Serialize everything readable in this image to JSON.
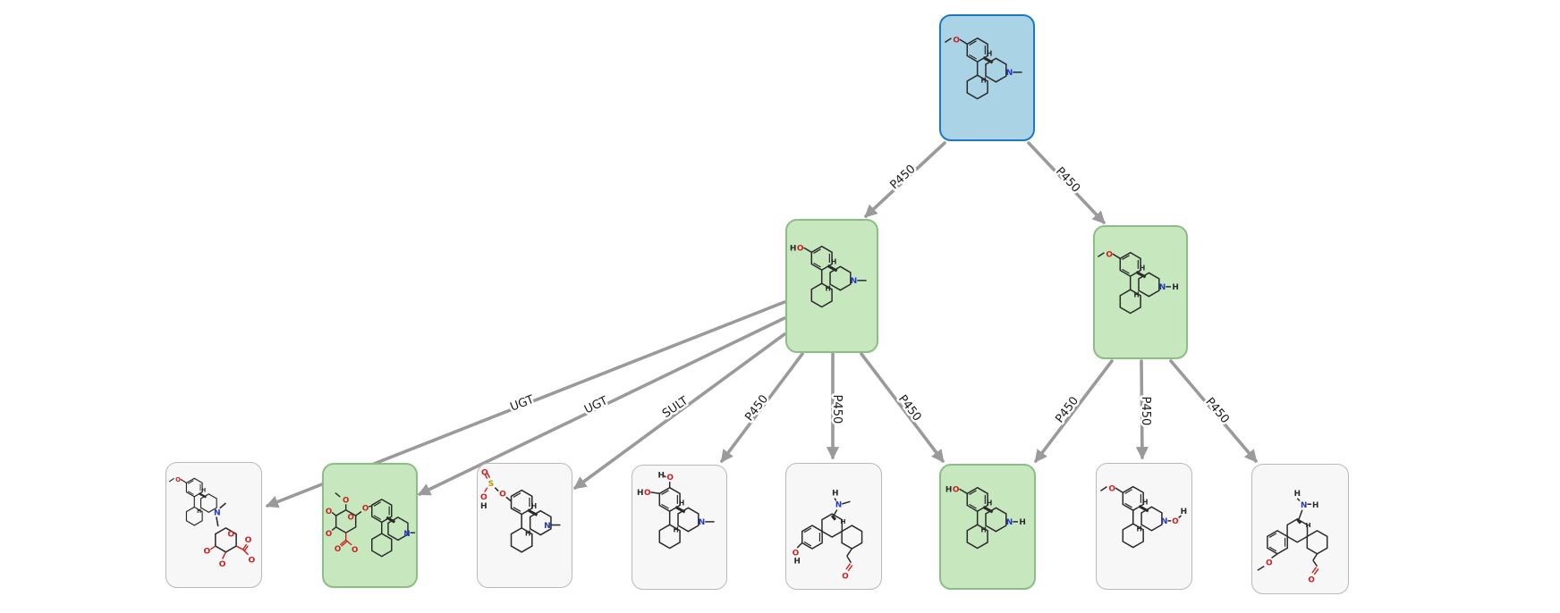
{
  "diagram": {
    "kind": "metabolic-pathway-tree",
    "colors": {
      "parent_fill": "#aad4e5",
      "parent_border": "#1b79c4",
      "highlight_fill": "#c7e7bf",
      "highlight_border": "#8cbd84",
      "predicted_fill": "#f7f7f7",
      "predicted_border": "#b9b9b9",
      "edge": "#9a9a9a",
      "edge_label": "#1a1a1a",
      "atom_oxygen": "#cc2020",
      "atom_nitrogen": "#2337c0",
      "atom_sulfur": "#b89b00"
    },
    "nodes": [
      {
        "id": "root",
        "row": "top",
        "kind": "parent-compound",
        "structure": "methoxy-N-methylmorphinan (dextromethorphan)"
      },
      {
        "id": "m1",
        "row": "middle",
        "kind": "metabolite-highlighted",
        "structure": "hydroxy-N-methylmorphinan (O-demethylated)"
      },
      {
        "id": "m2",
        "row": "middle",
        "kind": "metabolite-highlighted",
        "structure": "methoxy-morphinan N-H (N-demethylated)"
      },
      {
        "id": "b1",
        "row": "bottom",
        "kind": "metabolite-predicted",
        "structure": "N-glucuronide conjugate"
      },
      {
        "id": "b2",
        "row": "bottom",
        "kind": "metabolite-highlighted",
        "structure": "O-glucuronide conjugate"
      },
      {
        "id": "b3",
        "row": "bottom",
        "kind": "metabolite-predicted",
        "structure": "O-sulfate conjugate"
      },
      {
        "id": "b4",
        "row": "bottom",
        "kind": "metabolite-predicted",
        "structure": "dihydroxy (catechol) metabolite"
      },
      {
        "id": "b5",
        "row": "bottom",
        "kind": "metabolite-predicted",
        "structure": "ring-opened amino-aldehyde with phenol"
      },
      {
        "id": "b6",
        "row": "bottom",
        "kind": "metabolite-highlighted",
        "structure": "hydroxy-morphinan N-H"
      },
      {
        "id": "b7",
        "row": "bottom",
        "kind": "metabolite-predicted",
        "structure": "N-hydroxy methoxy-morphinan"
      },
      {
        "id": "b8",
        "row": "bottom",
        "kind": "metabolite-predicted",
        "structure": "ring-opened amino-aldehyde with methoxy"
      }
    ],
    "edges": [
      {
        "from": "root",
        "to": "m1",
        "label": "P450"
      },
      {
        "from": "root",
        "to": "m2",
        "label": "P450"
      },
      {
        "from": "m1",
        "to": "b1",
        "label": "UGT"
      },
      {
        "from": "m1",
        "to": "b2",
        "label": "UGT"
      },
      {
        "from": "m1",
        "to": "b3",
        "label": "SULT"
      },
      {
        "from": "m1",
        "to": "b4",
        "label": "P450"
      },
      {
        "from": "m1",
        "to": "b5",
        "label": "P450"
      },
      {
        "from": "m1",
        "to": "b6",
        "label": "P450"
      },
      {
        "from": "m2",
        "to": "b6",
        "label": "P450"
      },
      {
        "from": "m2",
        "to": "b7",
        "label": "P450"
      },
      {
        "from": "m2",
        "to": "b8",
        "label": "P450"
      }
    ]
  }
}
